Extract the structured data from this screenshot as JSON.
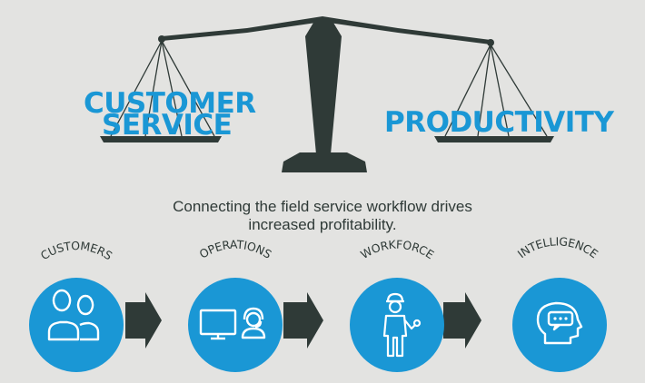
{
  "balance": {
    "left_label_line1": "CUSTOMER",
    "left_label_line2": "SERVICE",
    "right_label": "PRODUCTIVITY"
  },
  "tagline": {
    "line1": "Connecting the field service workflow drives",
    "line2": "increased profitability."
  },
  "steps": [
    {
      "label": "CUSTOMERS",
      "icon": "customers-icon"
    },
    {
      "label": "OPERATIONS",
      "icon": "operations-icon"
    },
    {
      "label": "WORKFORCE",
      "icon": "workforce-icon"
    },
    {
      "label": "INTELLIGENCE",
      "icon": "intelligence-icon"
    }
  ],
  "colors": {
    "background": "#e3e3e1",
    "accent_blue": "#1a97d5",
    "dark": "#2f3a37"
  }
}
